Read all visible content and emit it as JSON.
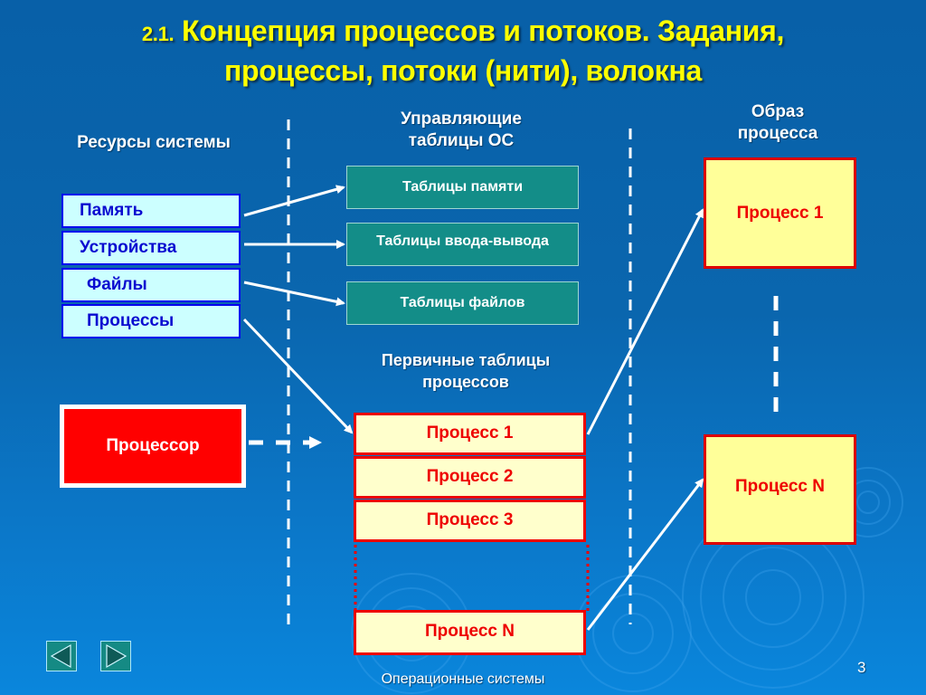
{
  "slide": {
    "title_number": "2.1.",
    "title_line1": "Концепция процессов и потоков. Задания,",
    "title_line2": "процессы, потоки (нити), волокна",
    "footer": "Операционные системы",
    "page_number": "3"
  },
  "columns": {
    "resources_heading": "Ресурсы системы",
    "control_tables_heading_line1": "Управляющие",
    "control_tables_heading_line2": "таблицы ОС",
    "process_image_heading_line1": "Образ",
    "process_image_heading_line2": "процесса",
    "primary_tables_heading_line1": "Первичные таблицы",
    "primary_tables_heading_line2": "процессов"
  },
  "resources": [
    "Память",
    "Устройства",
    "Файлы",
    "Процессы"
  ],
  "processor_label": "Процессор",
  "control_tables": [
    "Таблицы памяти",
    "Таблицы ввода-вывода",
    "Таблицы файлов"
  ],
  "primary_process_table": [
    "Процесс 1",
    "Процесс 2",
    "Процесс 3",
    "Процесс N"
  ],
  "process_images": [
    "Процесс 1",
    "Процесс N"
  ],
  "navigation": {
    "prev_icon": "triangle-left-icon",
    "next_icon": "triangle-right-icon"
  },
  "colors": {
    "title": "#ffff00",
    "resource_fill": "#ccffff",
    "resource_border": "#0000ee",
    "table_fill": "#138d88",
    "process_fill": "#ffffcc",
    "process_border": "#ee0000",
    "image_fill": "#ffff99",
    "processor_fill": "#ff0000"
  }
}
